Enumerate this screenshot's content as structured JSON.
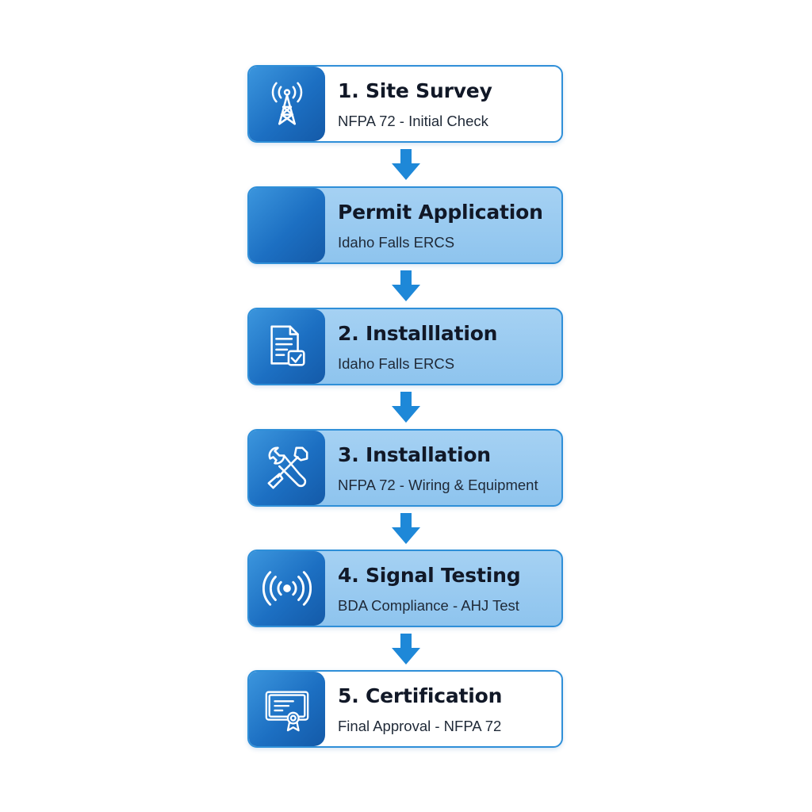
{
  "steps": [
    {
      "title": "1. Site Survey",
      "subtitle": "NFPA 72 - Initial Check",
      "icon": "cell-tower-icon",
      "tinted": false
    },
    {
      "title": "Permit Application",
      "subtitle": "Idaho Falls ERCS",
      "icon": "",
      "tinted": true
    },
    {
      "title": "2. Installlation",
      "subtitle": "Idaho Falls ERCS",
      "icon": "document-check-icon",
      "tinted": true
    },
    {
      "title": "3. Installation",
      "subtitle": "NFPA 72 - Wiring & Equipment",
      "icon": "wrench-screwdriver-icon",
      "tinted": true
    },
    {
      "title": "4. Signal Testing",
      "subtitle": "BDA Compliance - AHJ Test",
      "icon": "signal-broadcast-icon",
      "tinted": true
    },
    {
      "title": "5. Certification",
      "subtitle": "Final Approval - NFPA 72",
      "icon": "certificate-icon",
      "tinted": false
    }
  ],
  "colors": {
    "accent": "#1c6fc2",
    "border": "#2f8fd8",
    "tint": "#8ec4ee",
    "arrow": "#1e88d8"
  }
}
